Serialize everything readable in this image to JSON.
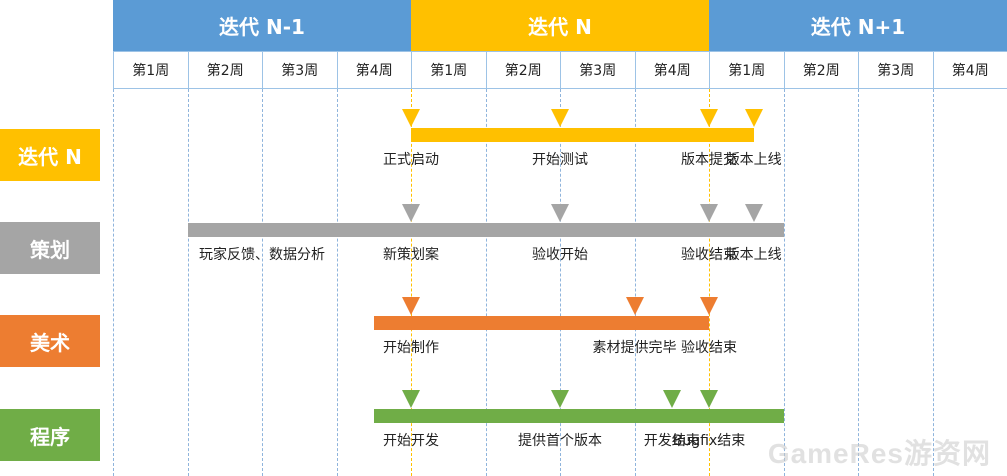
{
  "header": {
    "iterations": [
      {
        "label": "迭代 N-1",
        "color": "#5b9bd5"
      },
      {
        "label": "迭代 N",
        "color": "#ffc000"
      },
      {
        "label": "迭代 N+1",
        "color": "#5b9bd5"
      }
    ],
    "weeks": [
      "第1周",
      "第2周",
      "第3周",
      "第4周",
      "第1周",
      "第2周",
      "第3周",
      "第4周",
      "第1周",
      "第2周",
      "第3周",
      "第4周"
    ]
  },
  "rows": [
    {
      "name": "iteration-n",
      "label": "迭代 N",
      "color": "#ffc000",
      "bar": {
        "from_week": 4.0,
        "to_week": 8.6
      },
      "milestones": [
        {
          "week": 4.0,
          "label": "正式启动"
        },
        {
          "week": 6.0,
          "label": "开始测试"
        },
        {
          "week": 8.0,
          "label": "版本提交"
        },
        {
          "week": 8.6,
          "label": "版本上线"
        }
      ]
    },
    {
      "name": "planning",
      "label": "策划",
      "color": "#a5a5a5",
      "bar": {
        "from_week": 1.0,
        "to_week": 9.0
      },
      "pre_label": {
        "week": 2.0,
        "label": "玩家反馈、数据分析"
      },
      "milestones": [
        {
          "week": 4.0,
          "label": "新策划案"
        },
        {
          "week": 6.0,
          "label": "验收开始"
        },
        {
          "week": 8.0,
          "label": "验收结束"
        },
        {
          "week": 8.6,
          "label": "版本上线"
        }
      ]
    },
    {
      "name": "art",
      "label": "美术",
      "color": "#ed7d31",
      "bar": {
        "from_week": 3.5,
        "to_week": 8.0
      },
      "milestones": [
        {
          "week": 4.0,
          "label": "开始制作"
        },
        {
          "week": 7.0,
          "label": "素材提供完毕"
        },
        {
          "week": 8.0,
          "label": "验收结束"
        }
      ]
    },
    {
      "name": "programming",
      "label": "程序",
      "color": "#70ad47",
      "bar": {
        "from_week": 3.5,
        "to_week": 9.0
      },
      "milestones": [
        {
          "week": 4.0,
          "label": "开始开发"
        },
        {
          "week": 6.0,
          "label": "提供首个版本"
        },
        {
          "week": 7.5,
          "label": "开发结束"
        },
        {
          "week": 8.0,
          "label": "Bugfix结束"
        }
      ]
    }
  ],
  "watermark": "GameRes游资网"
}
